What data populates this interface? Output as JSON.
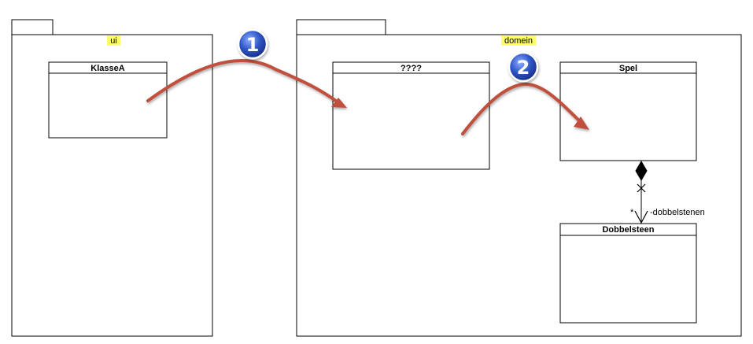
{
  "packages": {
    "ui": {
      "title": "ui"
    },
    "domein": {
      "title": "domein"
    }
  },
  "classes": {
    "klasse_a": {
      "name": "KlasseA"
    },
    "unknown": {
      "name": "????"
    },
    "spel": {
      "name": "Spel"
    },
    "dobbelsteen": {
      "name": "Dobbelsteen"
    }
  },
  "association": {
    "multiplicity": "*",
    "role": "-dobbelstenen"
  },
  "steps": [
    {
      "number": "1"
    },
    {
      "number": "2"
    }
  ],
  "colors": {
    "highlight": "#ffff66",
    "arrow": "#c0503c",
    "badge": "#2f56c8",
    "line": "#000000"
  }
}
